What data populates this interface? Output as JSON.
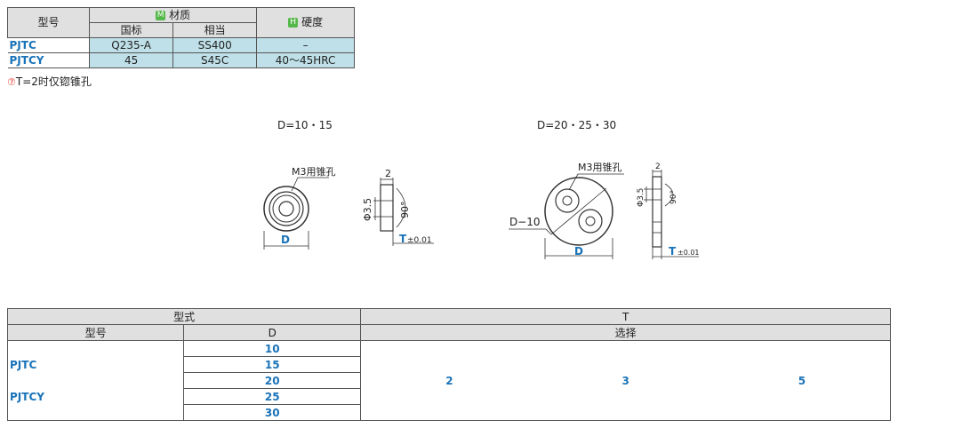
{
  "material_table": {
    "header_model": "型号",
    "header_material": "材质",
    "header_material_badge": "M",
    "header_hardness": "硬度",
    "header_hardness_badge": "H",
    "sub_header_standard": "国标",
    "sub_header_equivalent": "相当",
    "rows": [
      {
        "model": "PJTC",
        "standard": "Q235-A",
        "equivalent": "SS400",
        "hardness": "–"
      },
      {
        "model": "PJTCY",
        "standard": "45",
        "equivalent": "S45C",
        "hardness": "40～45HRC"
      }
    ]
  },
  "note": {
    "marker": "⑦",
    "text": "T=2时仅锪锥孔"
  },
  "drawings": {
    "left_title": "D=10・15",
    "right_title": "D=20・25・30",
    "hole_label": "M3用锥孔",
    "thickness_top": "2",
    "phi_label": "Φ3.5",
    "angle_label": "90°",
    "d_label": "D",
    "t_label": "T",
    "t_tol": "±0.01",
    "pcd_label": "D−10"
  },
  "spec_table": {
    "header_type": "型式",
    "header_t": "T",
    "header_model": "型号",
    "header_d": "D",
    "header_select": "选择",
    "models": [
      "PJTC",
      "PJTCY"
    ],
    "d_values": [
      "10",
      "15",
      "20",
      "25",
      "30"
    ],
    "t_values": [
      "2",
      "3",
      "5"
    ]
  }
}
